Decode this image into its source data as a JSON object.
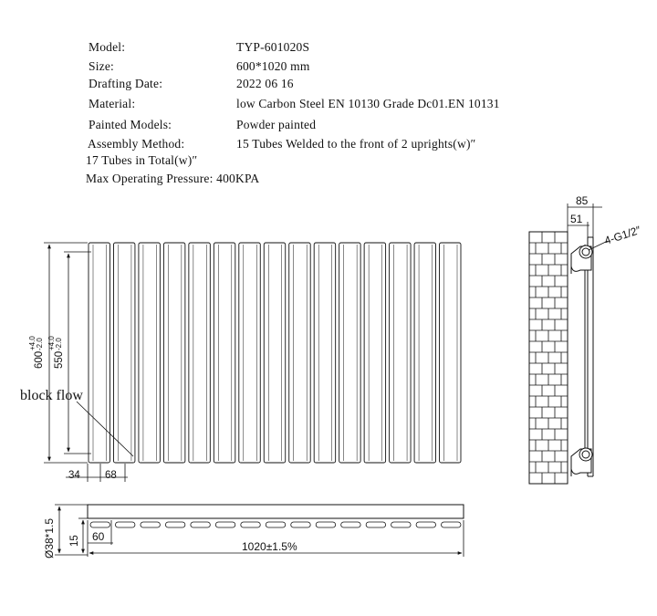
{
  "specs": {
    "model": {
      "label": "Model:",
      "value": "TYP-601020S"
    },
    "size": {
      "label": "Size:",
      "value": "600*1020 mm"
    },
    "drafting_date": {
      "label": "Drafting Date:",
      "value": "2022 06 16"
    },
    "material": {
      "label": "Material:",
      "value": "low Carbon Steel  EN 10130 Grade Dc01.EN 10131"
    },
    "painted_models": {
      "label": "Painted Models:",
      "value": "Powder painted"
    },
    "assembly_method": {
      "label": "Assembly Method:",
      "value": "15 Tubes Welded to the front of 2 uprights(w)″"
    },
    "tubes_total": "17 Tubes in Total(w)″",
    "max_pressure": "Max Operating Pressure: 400KPA"
  },
  "front_view": {
    "tube_count": 15,
    "overall_height": "600",
    "overall_height_tol_upper": "+4.0",
    "overall_height_tol_lower": "-2.0",
    "inner_height": "550",
    "inner_height_tol_upper": "+4.0",
    "inner_height_tol_lower": "-2.0",
    "offset_left": "34",
    "offset_spacing": "68",
    "annotation": "block flow"
  },
  "side_view": {
    "depth_total": "85",
    "depth_inner": "51",
    "connection": "4-G1/2″"
  },
  "top_view": {
    "tube_diameter": "Ø38*1.5",
    "tube_depth": "15",
    "edge_offset": "60",
    "overall_width": "1020±1.5%"
  },
  "colors": {
    "line": "#111111",
    "paper": "#ffffff"
  }
}
